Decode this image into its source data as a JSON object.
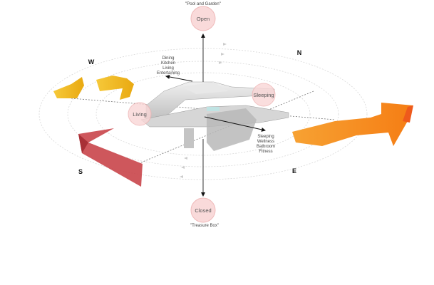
{
  "zones": {
    "open": {
      "label": "Open",
      "caption": "\"Pool and Garden\""
    },
    "closed": {
      "label": "Closed",
      "caption": "\"Treasure Box\""
    },
    "living": {
      "label": "Living"
    },
    "sleeping": {
      "label": "Sleeping"
    }
  },
  "annotations": {
    "living_functions": [
      "Dining",
      "Kitchen",
      "Living",
      "Entertaining"
    ],
    "sleeping_functions": [
      "Sleeping",
      "Wellness",
      "Bathroom",
      "Fitness"
    ]
  },
  "compass": {
    "west": "W",
    "north": "N",
    "south": "S",
    "east": "E"
  },
  "colors": {
    "circle_fill": "#f9d6d6",
    "circle_stroke": "#eeb3b3",
    "yellow": "#f2be1c",
    "red": "#c9454a",
    "orange": "#f7941d"
  }
}
